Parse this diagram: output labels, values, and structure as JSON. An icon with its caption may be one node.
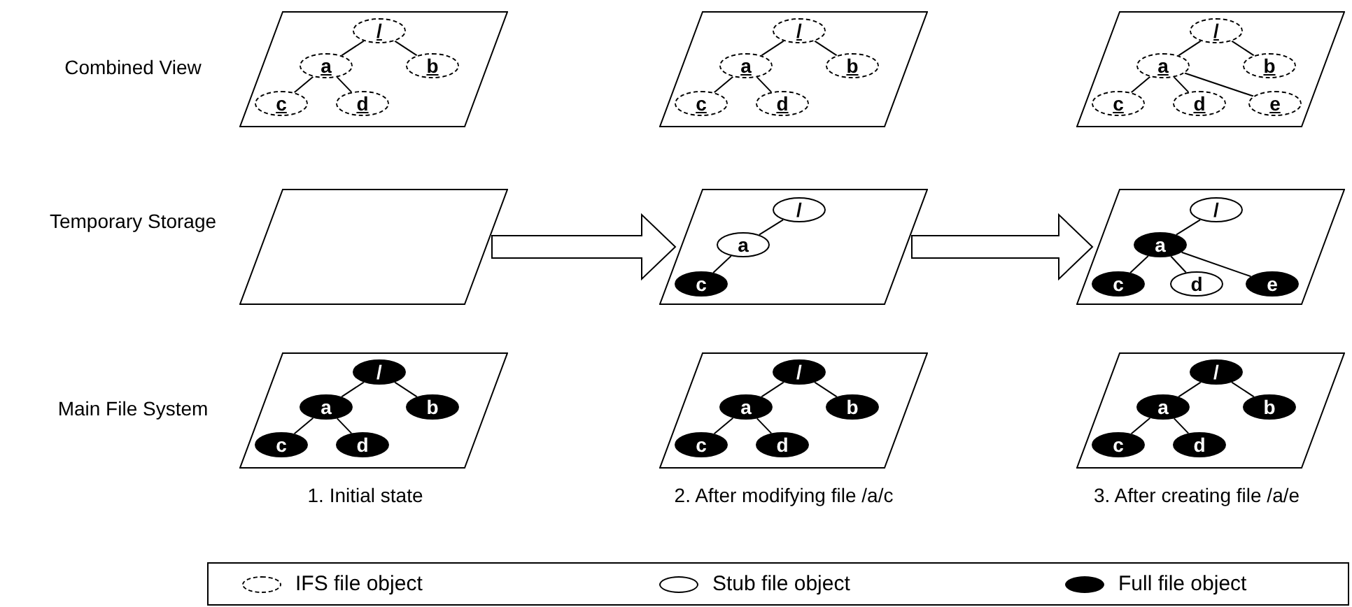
{
  "diagram": {
    "nodes": [
      {
        "text": [],
        "shape": "parallelogram"
      },
      {
        "text": [
          "/"
        ],
        "in": 0
      },
      {
        "text": [
          "a"
        ],
        "in": 0
      },
      {
        "text": [
          "b"
        ],
        "in": 0
      },
      {
        "text": [
          "c"
        ],
        "in": 0
      },
      {
        "text": [
          "d"
        ],
        "in": 0
      },
      {
        "text": [],
        "shape": "parallelogram"
      },
      {
        "text": [
          "/"
        ],
        "in": 6
      },
      {
        "text": [
          "a"
        ],
        "in": 6
      },
      {
        "text": [
          "b"
        ],
        "in": 6
      },
      {
        "text": [
          "c"
        ],
        "in": 6
      },
      {
        "text": [
          "d"
        ],
        "in": 6
      },
      {
        "text": [],
        "shape": "parallelogram"
      },
      {
        "text": [
          "/"
        ],
        "in": 12
      },
      {
        "text": [
          "a"
        ],
        "in": 12
      },
      {
        "text": [
          "b"
        ],
        "in": 12
      },
      {
        "text": [
          "c"
        ],
        "in": 12
      },
      {
        "text": [
          "d"
        ],
        "in": 12
      },
      {
        "text": [
          "e"
        ],
        "in": 12
      },
      {
        "text": [],
        "shape": "parallelogram"
      },
      {
        "text": [],
        "shape": "parallelogram"
      },
      {
        "text": [
          "/"
        ],
        "in": 20
      },
      {
        "text": [
          "a"
        ],
        "in": 20
      },
      {
        "text": [
          "c"
        ],
        "in": 20
      },
      {
        "text": [],
        "shape": "parallelogram"
      },
      {
        "text": [
          "/"
        ],
        "in": 24
      },
      {
        "text": [
          "a"
        ],
        "in": 24
      },
      {
        "text": [
          "c"
        ],
        "in": 24
      },
      {
        "text": [
          "d"
        ],
        "in": 24
      },
      {
        "text": [
          "e"
        ],
        "in": 24
      },
      {
        "text": [],
        "shape": "parallelogram"
      },
      {
        "text": [
          "/"
        ],
        "in": 30
      },
      {
        "text": [
          "a"
        ],
        "in": 30
      },
      {
        "text": [
          "b"
        ],
        "in": 30
      },
      {
        "text": [
          "c"
        ],
        "in": 30
      },
      {
        "text": [
          "d"
        ],
        "in": 30
      },
      {
        "text": [],
        "shape": "parallelogram"
      },
      {
        "text": [
          "/"
        ],
        "in": 36
      },
      {
        "text": [
          "a"
        ],
        "in": 36
      },
      {
        "text": [
          "b"
        ],
        "in": 36
      },
      {
        "text": [
          "c"
        ],
        "in": 36
      },
      {
        "text": [
          "d"
        ],
        "in": 36
      },
      {
        "text": [],
        "shape": "parallelogram"
      },
      {
        "text": [
          "/"
        ],
        "in": 42
      },
      {
        "text": [
          "a"
        ],
        "in": 42
      },
      {
        "text": [
          "b"
        ],
        "in": 42
      },
      {
        "text": [
          "c"
        ],
        "in": 42
      },
      {
        "text": [
          "d"
        ],
        "in": 42
      }
    ],
    "edges": [
      {
        "from": 1,
        "to": 2,
        "arrow": "none"
      },
      {
        "from": 1,
        "to": 3,
        "arrow": "none"
      },
      {
        "from": 2,
        "to": 4,
        "arrow": "none"
      },
      {
        "from": 2,
        "to": 5,
        "arrow": "none"
      },
      {
        "from": 7,
        "to": 8,
        "arrow": "none"
      },
      {
        "from": 7,
        "to": 9,
        "arrow": "none"
      },
      {
        "from": 8,
        "to": 10,
        "arrow": "none"
      },
      {
        "from": 8,
        "to": 11,
        "arrow": "none"
      },
      {
        "from": 13,
        "to": 14,
        "arrow": "none"
      },
      {
        "from": 13,
        "to": 15,
        "arrow": "none"
      },
      {
        "from": 14,
        "to": 16,
        "arrow": "none"
      },
      {
        "from": 14,
        "to": 17,
        "arrow": "none"
      },
      {
        "from": 14,
        "to": 18,
        "arrow": "none"
      },
      {
        "from": 19,
        "to": 20,
        "arrow": "to",
        "style": "thick"
      },
      {
        "from": 21,
        "to": 22,
        "arrow": "none"
      },
      {
        "from": 22,
        "to": 23,
        "arrow": "none"
      },
      {
        "from": 20,
        "to": 24,
        "arrow": "to",
        "style": "thick"
      },
      {
        "from": 25,
        "to": 26,
        "arrow": "none"
      },
      {
        "from": 26,
        "to": 27,
        "arrow": "none"
      },
      {
        "from": 26,
        "to": 28,
        "arrow": "none"
      },
      {
        "from": 26,
        "to": 29,
        "arrow": "none"
      },
      {
        "from": 31,
        "to": 32,
        "arrow": "none"
      },
      {
        "from": 31,
        "to": 33,
        "arrow": "none"
      },
      {
        "from": 32,
        "to": 34,
        "arrow": "none"
      },
      {
        "from": 32,
        "to": 35,
        "arrow": "none"
      },
      {
        "from": 37,
        "to": 38,
        "arrow": "none"
      },
      {
        "from": 37,
        "to": 39,
        "arrow": "none"
      },
      {
        "from": 38,
        "to": 40,
        "arrow": "none"
      },
      {
        "from": 38,
        "to": 41,
        "arrow": "none"
      },
      {
        "from": 43,
        "to": 44,
        "arrow": "none"
      },
      {
        "from": 43,
        "to": 45,
        "arrow": "none"
      },
      {
        "from": 44,
        "to": 46,
        "arrow": "none"
      },
      {
        "from": 44,
        "to": 47,
        "arrow": "none"
      }
    ],
    "labels": [
      "Combined View",
      "Temporary Storage",
      "Main File System",
      "1. Initial state",
      "2. After modifying file /a/c",
      "3. After creating file /a/e"
    ],
    "legend": [
      {
        "text": "IFS file object"
      },
      {
        "text": "Stub file object"
      },
      {
        "text": "Full file object"
      }
    ]
  }
}
